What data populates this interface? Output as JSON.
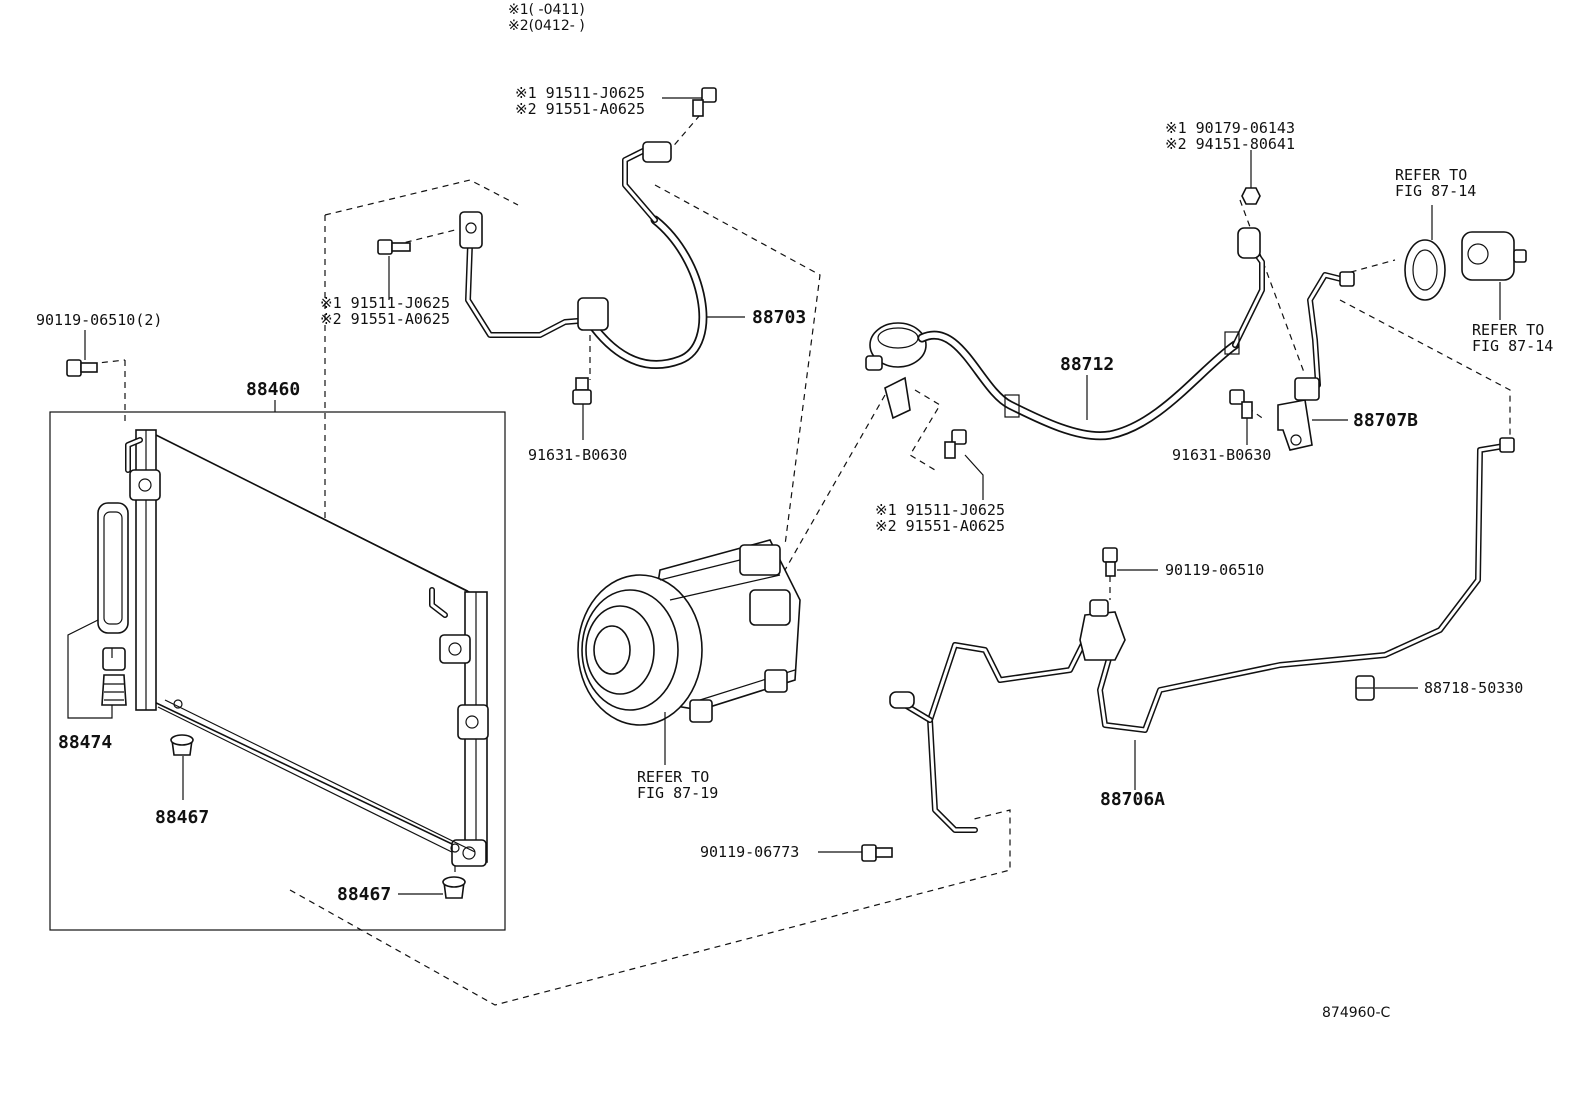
{
  "header": {
    "variant1": "※1(        -0411)",
    "variant2": "※2(0412-         )"
  },
  "callouts": {
    "bolt_top_1": "※1 91511-J0625",
    "bolt_top_2": "※2 91551-A0625",
    "bolt_left_1": "※1 91511-J0625",
    "bolt_left_2": "※2 91551-A0625",
    "bolt_mid_1": "※1 91511-J0625",
    "bolt_mid_2": "※2 91551-A0625",
    "nut_right_1": "※1 90179-06143",
    "nut_right_2": "※2 94151-80641",
    "bolt_90119_06510_2": "90119-06510(2)",
    "condenser": "88460",
    "hose_88703": "88703",
    "sensor_91631_left": "91631-B0630",
    "sensor_91631_right": "91631-B0630",
    "hose_88712": "88712",
    "pipe_88707b": "88707B",
    "refer_top_1": "REFER TO",
    "refer_top_2": "FIG 87-14",
    "refer_right_1": "REFER TO",
    "refer_right_2": "FIG 87-14",
    "bolt_90119_06510": "90119-06510",
    "clamp_88718": "88718-50330",
    "bracket_88474": "88474",
    "cushion_88467_a": "88467",
    "cushion_88467_b": "88467",
    "refer_comp_1": "REFER TO",
    "refer_comp_2": "FIG 87-19",
    "pipe_88706a": "88706A",
    "bolt_90119_06773": "90119-06773"
  },
  "footer": {
    "figure_id": "874960-C"
  }
}
